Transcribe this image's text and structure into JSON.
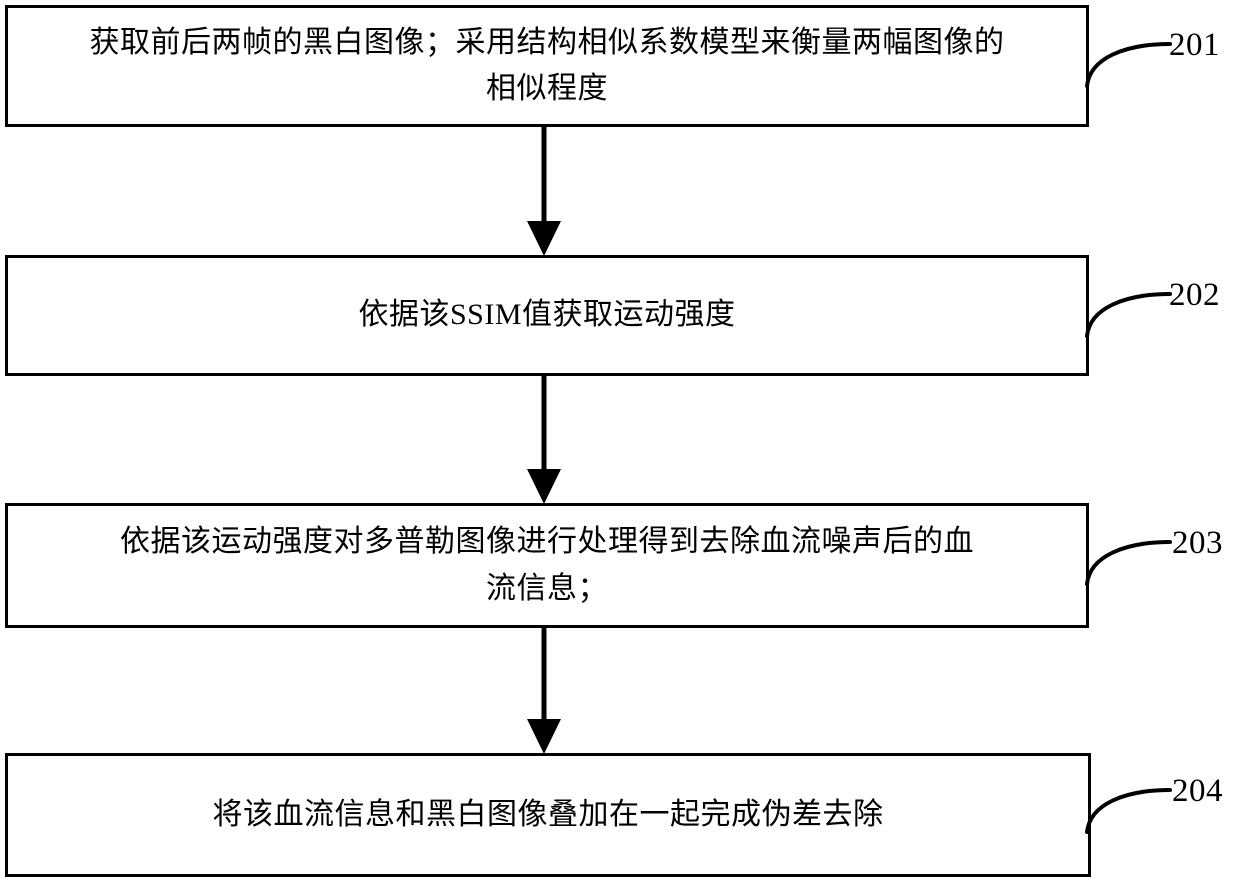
{
  "figure": {
    "type": "flowchart",
    "orientation": "vertical",
    "background_color": "#ffffff",
    "line_color": "#000000",
    "steps": [
      {
        "ref": "201",
        "text": "获取前后两帧的黑白图像；采用结构相似系数模型来衡量两幅图像的\n相似程度"
      },
      {
        "ref": "202",
        "text": "依据该SSIM值获取运动强度"
      },
      {
        "ref": "203",
        "text": "依据该运动强度对多普勒图像进行处理得到去除血流噪声后的血\n流信息；"
      },
      {
        "ref": "204",
        "text": "将该血流信息和黑白图像叠加在一起完成伪差去除"
      }
    ],
    "connectors": [
      {
        "from": "201",
        "to": "202",
        "style": "arrow-down"
      },
      {
        "from": "202",
        "to": "203",
        "style": "arrow-down"
      },
      {
        "from": "203",
        "to": "204",
        "style": "arrow-down"
      }
    ]
  }
}
